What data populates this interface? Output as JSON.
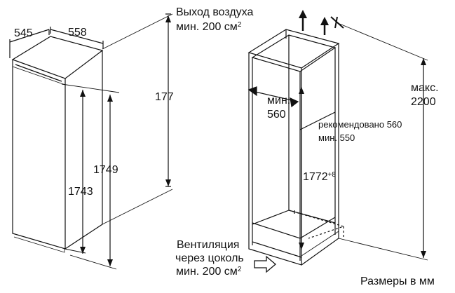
{
  "dimensions": {
    "depth": "545",
    "width": "558",
    "total_height_partial": "177",
    "door_height": "1749",
    "inner_height": "1743",
    "niche_width_min": "мин.",
    "niche_width_value": "560",
    "niche_height": "1772",
    "niche_height_tolerance": "+8",
    "max_label": "макс.",
    "max_value": "2200"
  },
  "labels": {
    "air_out_line1": "Выход воздуха",
    "air_out_line2_prefix": "мин. 200 см",
    "air_out_line2_sup": "2",
    "recommended_line1": "рекомендовано 560",
    "recommended_line2": "мин. 550",
    "vent_line1": "Вентиляция",
    "vent_line2": "через цоколь",
    "vent_line3_prefix": "мин. 200 см",
    "vent_line3_sup": "2",
    "units": "Размеры в мм"
  }
}
